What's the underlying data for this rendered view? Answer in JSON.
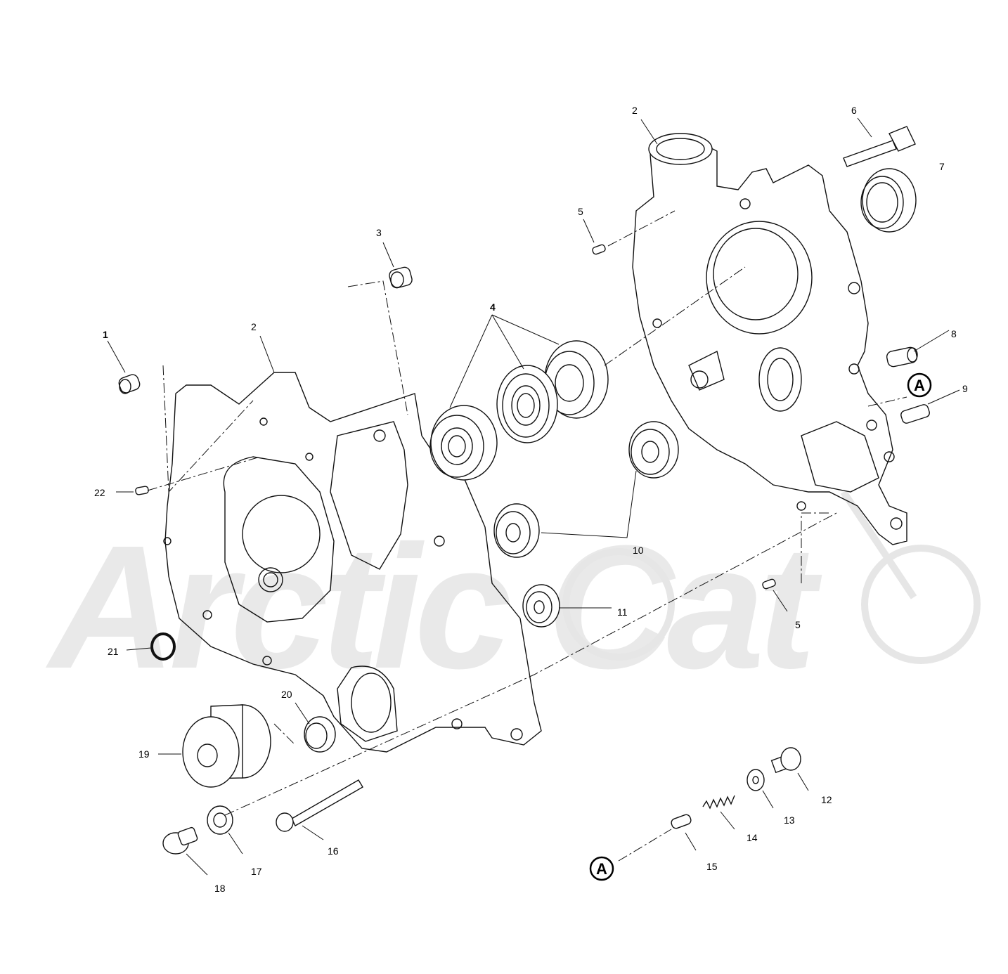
{
  "diagram": {
    "watermark": "Arctic Cat",
    "callouts": [
      {
        "id": "c1",
        "text": "1"
      },
      {
        "id": "c2a",
        "text": "2"
      },
      {
        "id": "c2b",
        "text": "2"
      },
      {
        "id": "c3",
        "text": "3"
      },
      {
        "id": "c4",
        "text": "4"
      },
      {
        "id": "c5a",
        "text": "5"
      },
      {
        "id": "c5b",
        "text": "5"
      },
      {
        "id": "c6",
        "text": "6"
      },
      {
        "id": "c7",
        "text": "7"
      },
      {
        "id": "c8",
        "text": "8"
      },
      {
        "id": "c9",
        "text": "9"
      },
      {
        "id": "c10",
        "text": "10"
      },
      {
        "id": "c11",
        "text": "11"
      },
      {
        "id": "c12",
        "text": "12"
      },
      {
        "id": "c13",
        "text": "13"
      },
      {
        "id": "c14",
        "text": "14"
      },
      {
        "id": "c15",
        "text": "15"
      },
      {
        "id": "c16",
        "text": "16"
      },
      {
        "id": "c17",
        "text": "17"
      },
      {
        "id": "c18",
        "text": "18"
      },
      {
        "id": "c19",
        "text": "19"
      },
      {
        "id": "c20",
        "text": "20"
      },
      {
        "id": "c21",
        "text": "21"
      },
      {
        "id": "c22",
        "text": "22"
      }
    ],
    "references": [
      {
        "id": "refA1",
        "text": "A"
      },
      {
        "id": "refA2",
        "text": "A"
      }
    ]
  }
}
